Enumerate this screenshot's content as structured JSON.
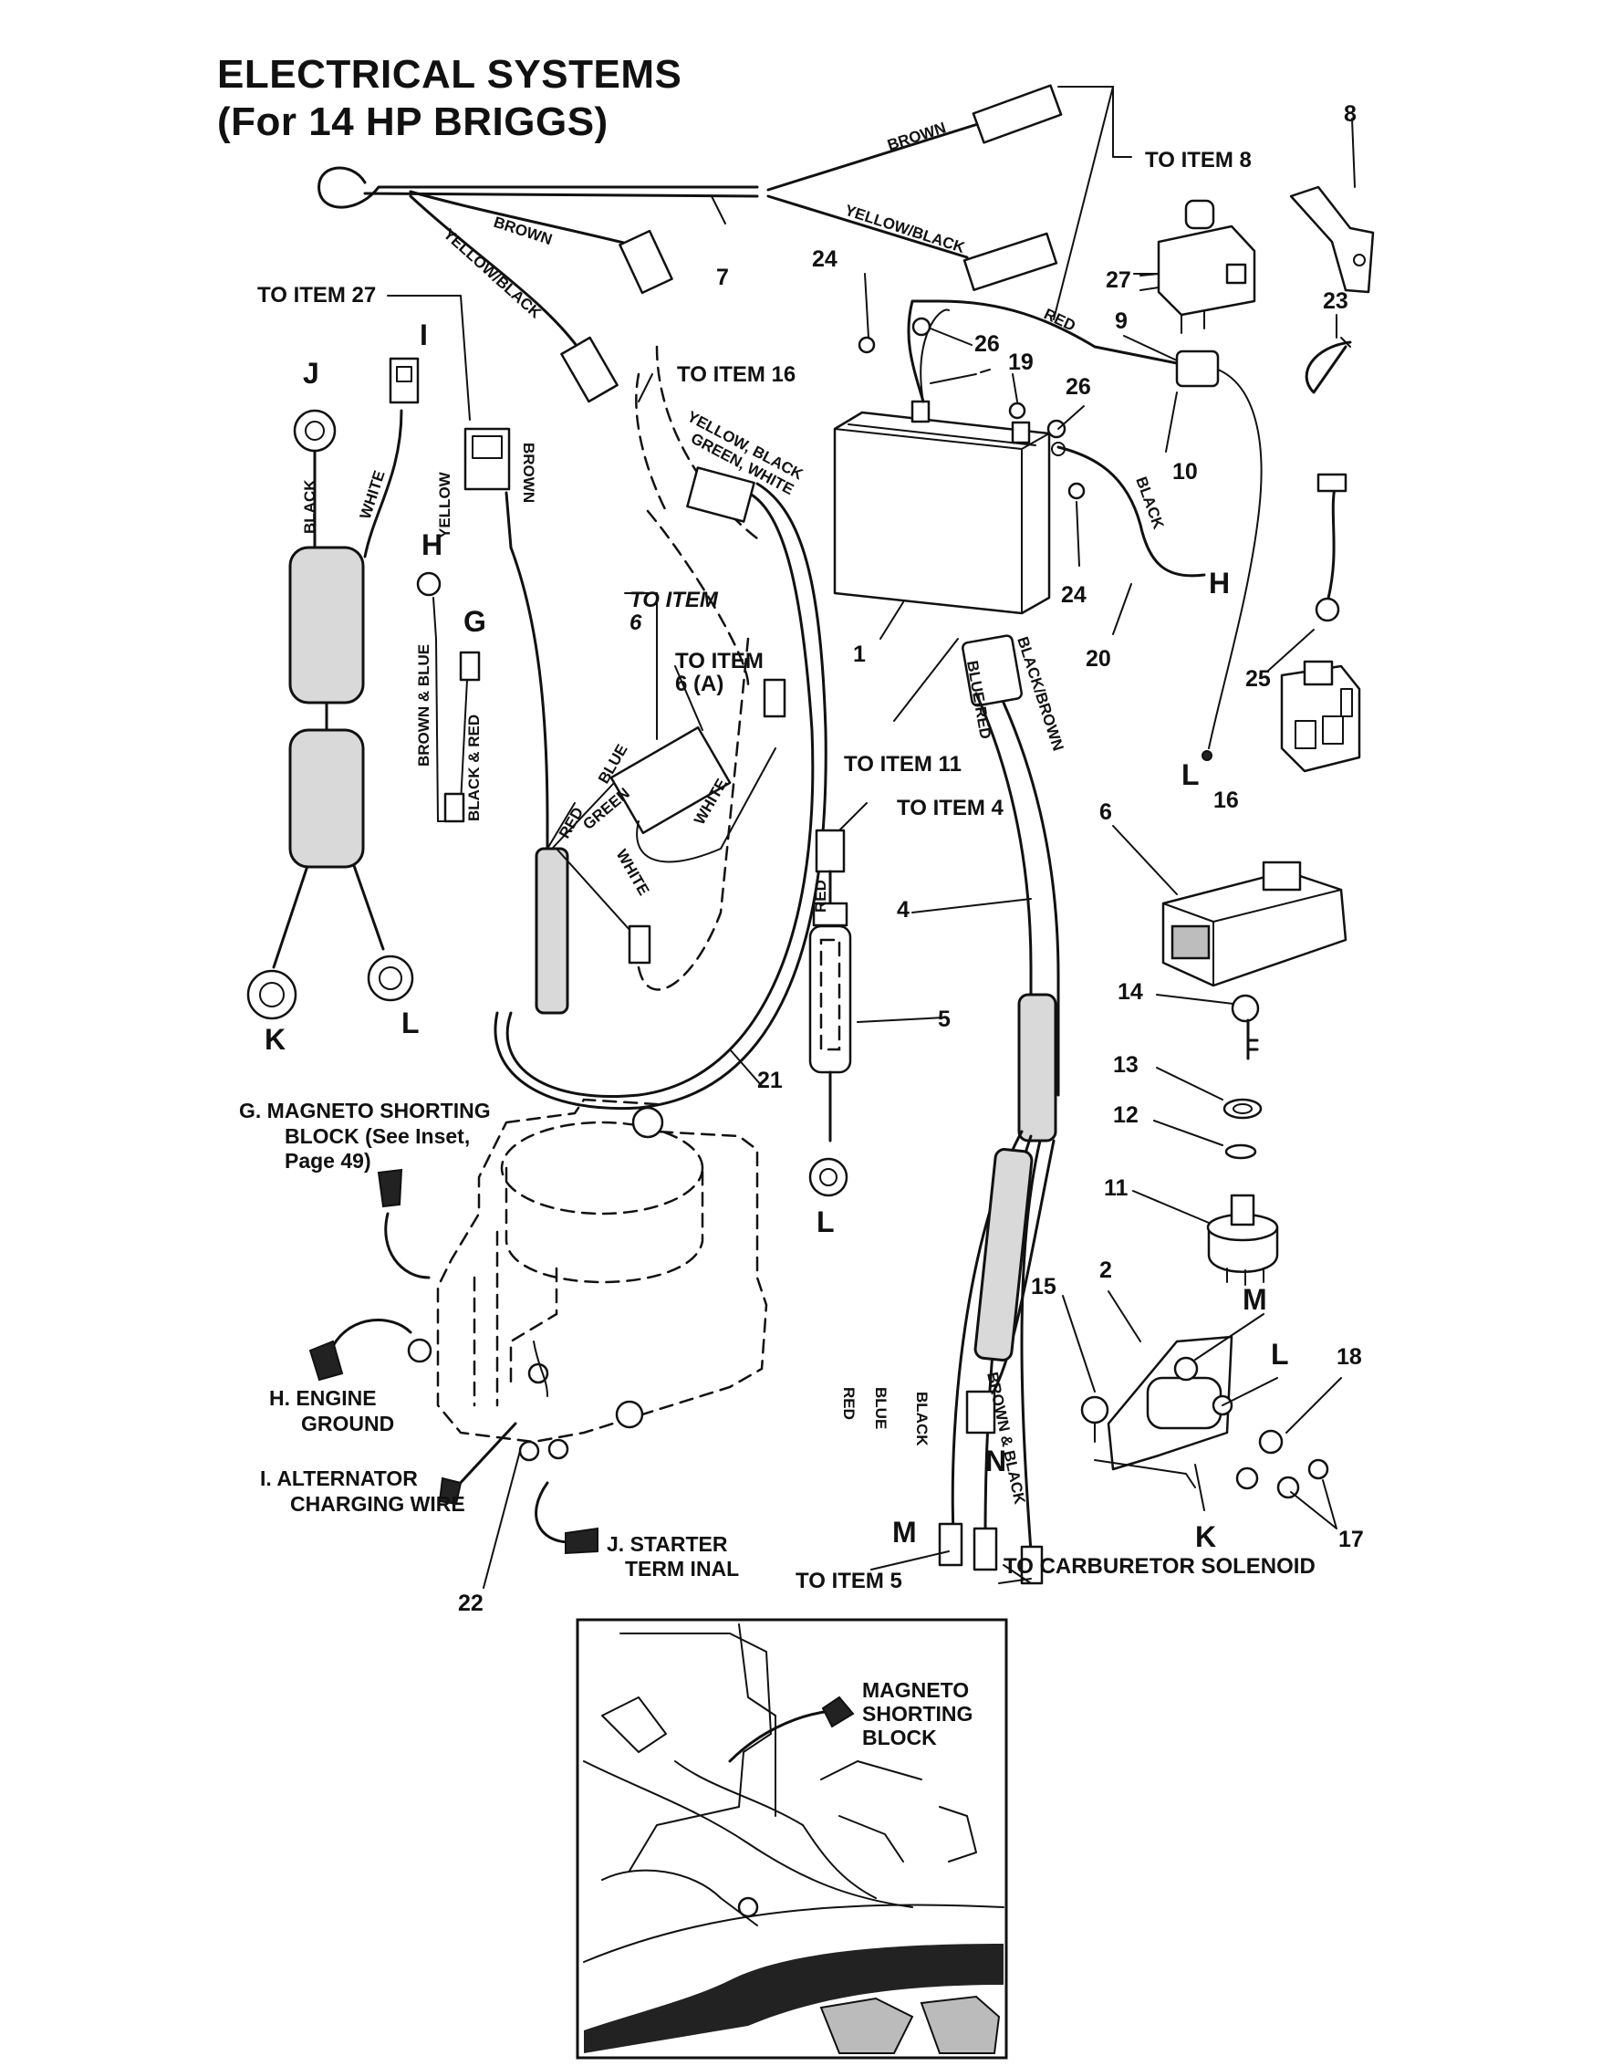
{
  "title": {
    "line1": "ELECTRICAL  SYSTEMS",
    "line2": "(For 14 HP BRIGGS)"
  },
  "callouts": {
    "to_item_8": "TO ITEM 8",
    "to_item_27": "TO ITEM 27",
    "to_item_16": "TO ITEM 16",
    "to_item_6": "TO ITEM",
    "to_item_6_num": "6",
    "to_item_6a": "TO ITEM",
    "to_item_6a_num": "6 (A)",
    "to_item_11": "TO ITEM 11",
    "to_item_4": "TO ITEM 4",
    "to_item_5": "TO ITEM 5",
    "to_carb": "TO CARBURETOR SOLENOID"
  },
  "wire_colors": {
    "brown": "BROWN",
    "yellow_black": "YELLOW/BLACK",
    "red": "RED",
    "black": "BLACK",
    "white": "WHITE",
    "yellow": "YELLOW",
    "ybgw_1": "YELLOW, BLACK",
    "ybgw_2": "GREEN, WHITE",
    "brown_blue": "BROWN & BLUE",
    "black_red": "BLACK & RED",
    "blue": "BLUE",
    "green": "GREEN",
    "black_brown": "BLACK/BROWN",
    "blue_red": "BLUE/RED",
    "brown_black": "BROWN & BLACK"
  },
  "item_numbers": {
    "n1": "1",
    "n2": "2",
    "n4": "4",
    "n5": "5",
    "n6": "6",
    "n7": "7",
    "n8": "8",
    "n9": "9",
    "n10": "10",
    "n11": "11",
    "n12": "12",
    "n13": "13",
    "n14": "14",
    "n15": "15",
    "n16": "16",
    "n17": "17",
    "n18": "18",
    "n19": "19",
    "n20": "20",
    "n21": "21",
    "n22": "22",
    "n23": "23",
    "n24a": "24",
    "n24b": "24",
    "n25": "25",
    "n26a": "26",
    "n26b": "26",
    "n27": "27"
  },
  "terminal_letters": {
    "J": "J",
    "I": "I",
    "H1": "H",
    "G": "G",
    "K1": "K",
    "L1": "L",
    "H2": "H",
    "L2": "L",
    "L3": "L",
    "M1": "M",
    "L4": "L",
    "K2": "K",
    "M2": "M",
    "N": "N"
  },
  "engine_notes": {
    "g1": "G. MAGNETO SHORTING",
    "g2": "BLOCK (See Inset,",
    "g3": "Page 49)",
    "h1": "H. ENGINE",
    "h2": "GROUND",
    "i1": "I. ALTERNATOR",
    "i2": "CHARGING WIRE",
    "j1": "J. STARTER",
    "j2": "TERM INAL"
  },
  "inset": {
    "l1": "MAGNETO",
    "l2": "SHORTING",
    "l3": "BLOCK"
  }
}
